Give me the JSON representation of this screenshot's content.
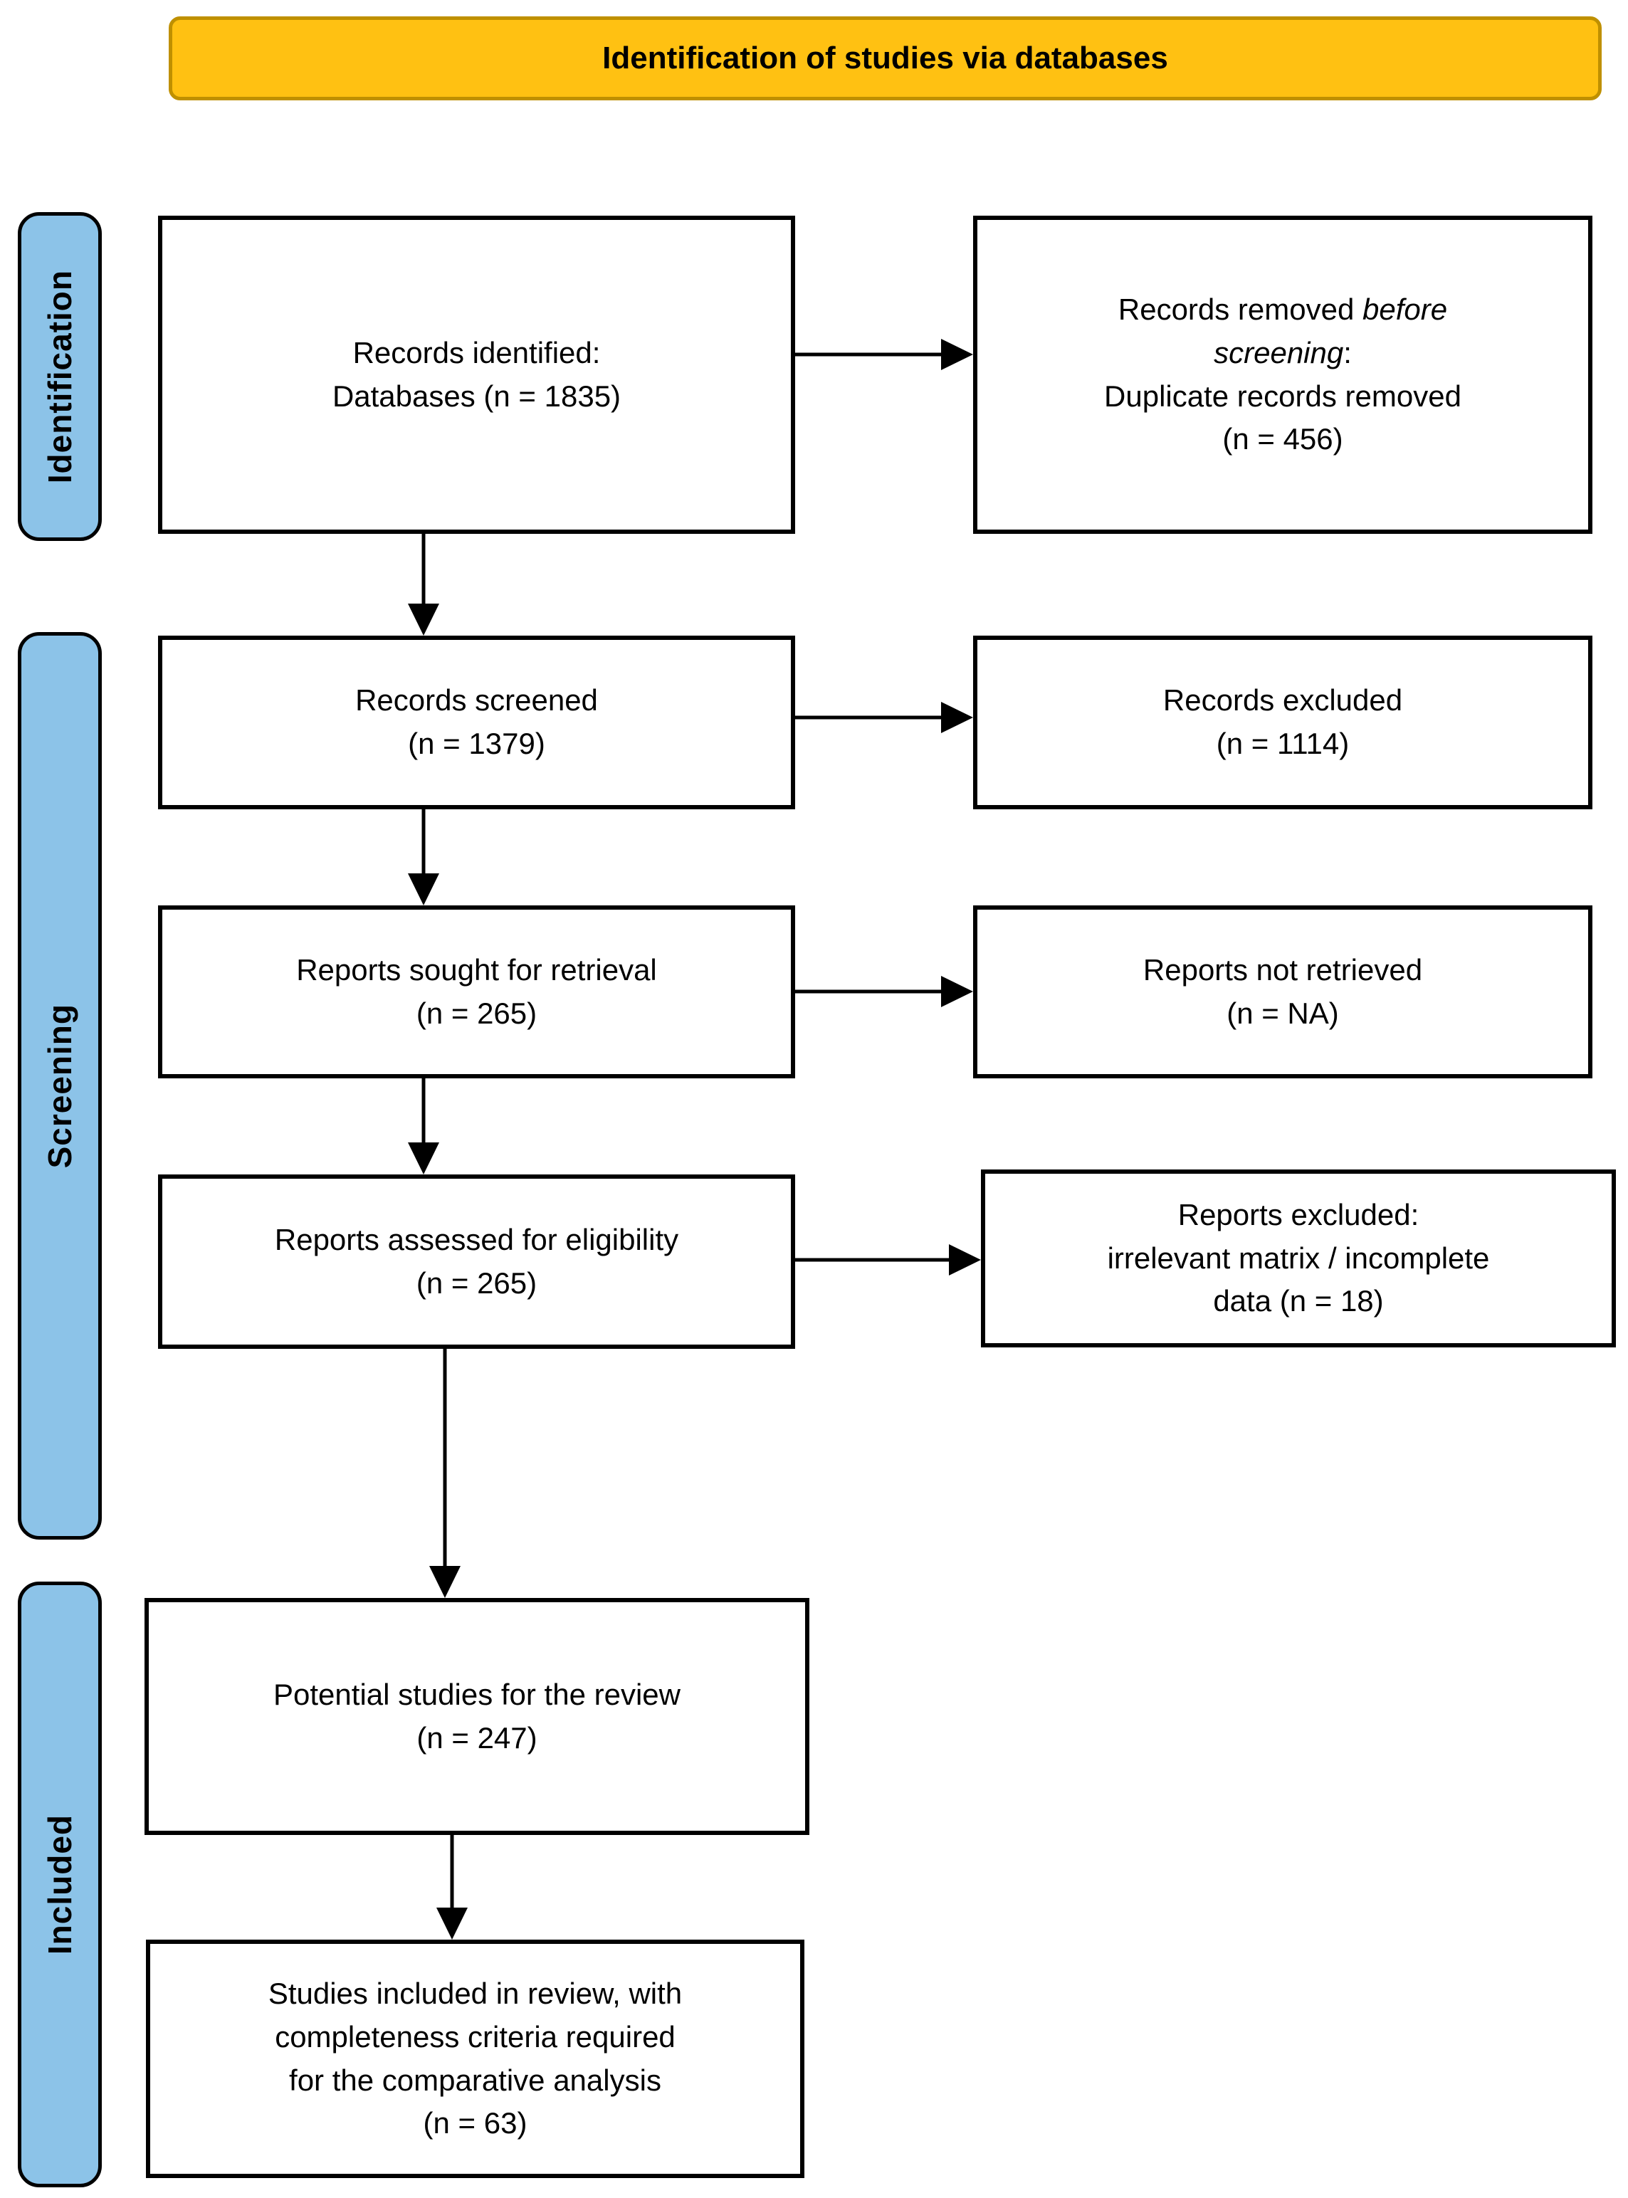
{
  "banner": {
    "label": "Identification of studies via databases"
  },
  "stages": [
    {
      "label": "Identification"
    },
    {
      "label": "Screening"
    },
    {
      "label": "Included"
    }
  ],
  "boxes": {
    "records_identified": {
      "l1": "Records identified:",
      "l2": "Databases (n = 1835)"
    },
    "records_removed": {
      "l1a": "Records removed ",
      "l1b": "before",
      "l2a": "screening",
      "l2b": ":",
      "l3": "Duplicate records removed",
      "l4": "(n = 456)"
    },
    "records_screened": {
      "l1": "Records screened",
      "l2": "(n = 1379)"
    },
    "records_excluded": {
      "l1": "Records excluded",
      "l2": "(n = 1114)"
    },
    "reports_sought": {
      "l1": "Reports sought for retrieval",
      "l2": "(n = 265)"
    },
    "reports_not_retrieved": {
      "l1": "Reports not retrieved",
      "l2": "(n = NA)"
    },
    "reports_assessed": {
      "l1": "Reports assessed for eligibility",
      "l2": "(n = 265)"
    },
    "reports_excluded": {
      "l1": "Reports excluded:",
      "l2": "irrelevant matrix / incomplete",
      "l3": "data (n = 18)"
    },
    "potential_studies": {
      "l1": "Potential studies for the review",
      "l2": "(n = 247)"
    },
    "studies_included": {
      "l1": "Studies included in review, with",
      "l2": "completeness criteria required",
      "l3": "for the comparative analysis",
      "l4": "(n = 63)"
    }
  },
  "colors": {
    "banner-bg": "#FFC112",
    "banner-border": "#BF9000",
    "stage-bg": "#8CC3E8",
    "ink": "#000000"
  }
}
